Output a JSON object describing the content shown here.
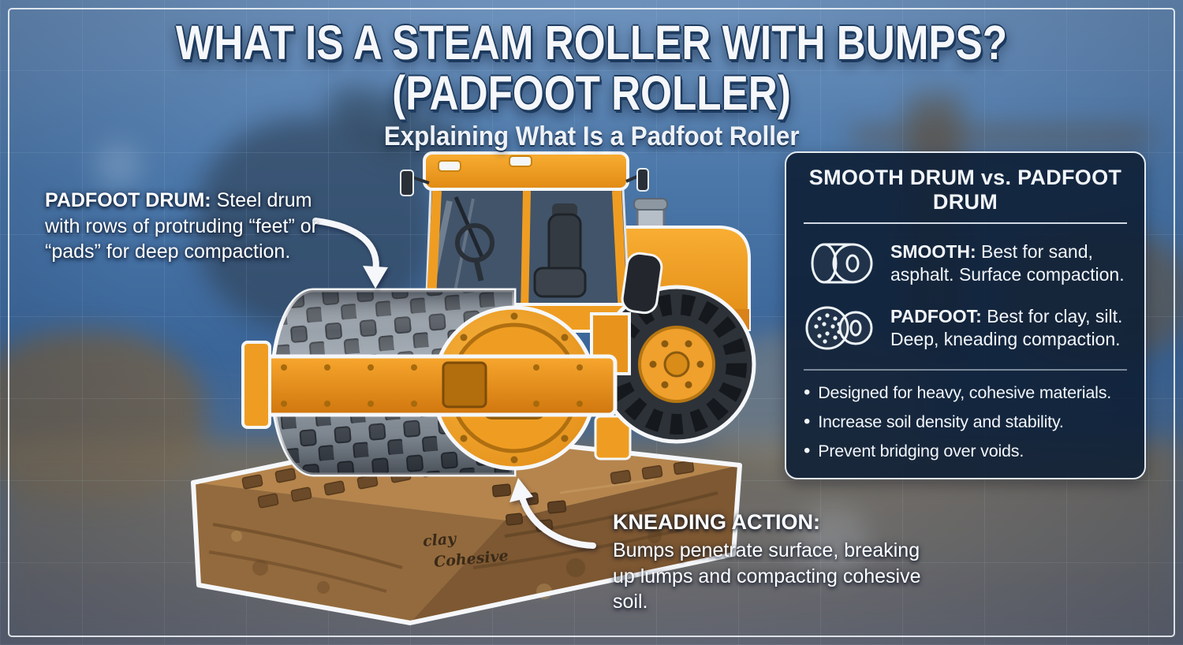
{
  "title": "WHAT IS A STEAM ROLLER WITH BUMPS? (PADFOOT ROLLER)",
  "subtitle": "Explaining What Is a Padfoot Roller",
  "callout_padfoot": {
    "label": "PADFOOT DRUM:",
    "text": "Steel drum with rows of protruding “feet” or “pads” for deep compaction."
  },
  "callout_kneading": {
    "label": "KNEADING ACTION:",
    "text": "Bumps penetrate surface, breaking up lumps and compacting cohesive soil."
  },
  "panel": {
    "title": "SMOOTH DRUM vs. PADFOOT DRUM",
    "rows": [
      {
        "icon": "smooth-drum-icon",
        "label": "SMOOTH:",
        "text": "Best for sand, asphalt. Surface compaction."
      },
      {
        "icon": "padfoot-drum-icon",
        "label": "PADFOOT:",
        "text": "Best for clay, silt. Deep, kneading compaction."
      }
    ],
    "bullets": [
      "Designed for heavy, cohesive materials.",
      "Increase soil density and stability.",
      "Prevent bridging over voids."
    ]
  },
  "soil_labels": {
    "line1": "clay",
    "line2": "Cohesive"
  },
  "colors": {
    "accent_orange": "#f09d26",
    "drum_gray": "#8f97a1",
    "pad_dark": "#474d55",
    "panel_bg": "#0e1f35",
    "background_blue": "#44719f",
    "soil_brown": "#936a3d",
    "outline_white": "#f5f7fa",
    "title_shadow_navy": "#1d3a5e"
  }
}
